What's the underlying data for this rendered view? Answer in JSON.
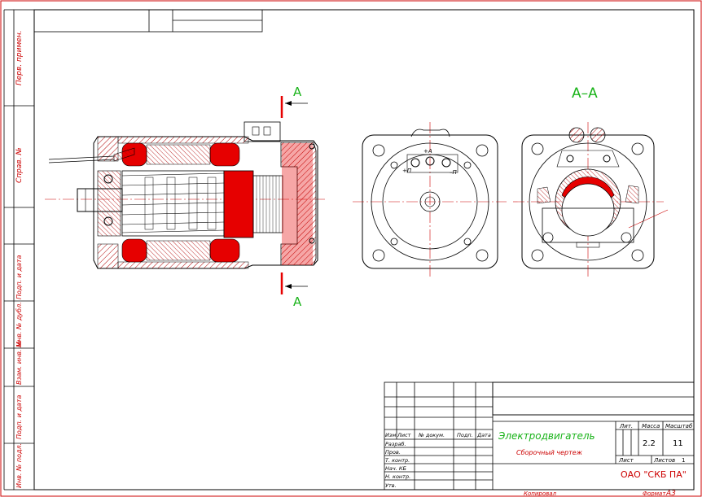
{
  "side_stamp": {
    "labels": [
      "Перв. примен.",
      "Справ. №",
      "Подп. и дата",
      "Инв. № дубл.",
      "Взам. инв. №",
      "Подп. и дата",
      "Инв. № подл."
    ]
  },
  "section_marks": {
    "cut_top": "А",
    "cut_bottom": "А",
    "section_title": "А–А"
  },
  "front_view": {
    "terminal_plus": "+А",
    "terminal_plus_p": "+П",
    "terminal_minus": "–П"
  },
  "title_block": {
    "row_headers": [
      "Изм",
      "Лист",
      "№ докум.",
      "Подп.",
      "Дата"
    ],
    "roles": [
      "Разраб.",
      "Пров.",
      "Т. контр.",
      "Нач. КБ",
      "Н. контр.",
      "Утв."
    ],
    "title": "Электродвигатель",
    "subtitle": "Сборочный чертеж",
    "col_lit": "Лит.",
    "col_mass": "Масса",
    "col_scale": "Масштаб",
    "mass_value": "2.2",
    "scale_value": "11",
    "sheet_label": "Лист",
    "sheets_label": "Листов",
    "sheets_value": "1",
    "organization": "ОАО \"СКБ ПА\"",
    "copied": "Копировал",
    "format_label": "Формат",
    "format_value": "А3"
  },
  "colors": {
    "frame": "#cc0000",
    "line": "#000000",
    "section_fill": "#e60000",
    "label_green": "#19b319"
  }
}
